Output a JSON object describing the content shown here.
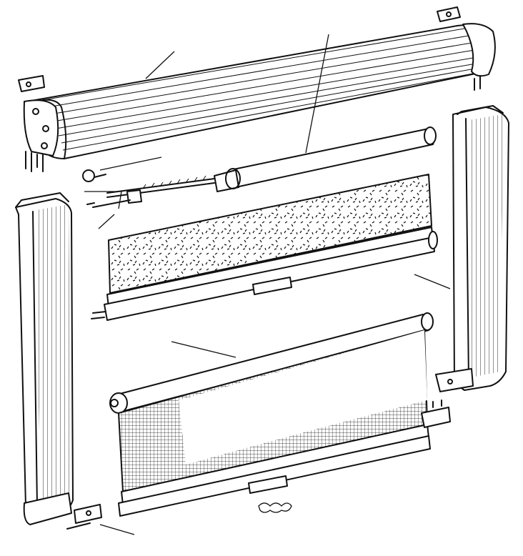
{
  "figure": {
    "subject": "exploded-assembly-drawing",
    "labels": [],
    "colors": {
      "ink": "#111111",
      "paper": "#ffffff"
    }
  },
  "parts": [
    {
      "id": "top-cassette"
    },
    {
      "id": "end-cap-left"
    },
    {
      "id": "end-cap-right"
    },
    {
      "id": "spring-roller"
    },
    {
      "id": "spring-tension-rod"
    },
    {
      "id": "adjust-knob"
    },
    {
      "id": "blackout-blind"
    },
    {
      "id": "insect-screen-roller"
    },
    {
      "id": "insect-screen"
    },
    {
      "id": "side-rail-left"
    },
    {
      "id": "side-rail-right"
    },
    {
      "id": "corner-bracket-bottom"
    },
    {
      "id": "corner-bracket-right"
    },
    {
      "id": "pull-spring"
    }
  ]
}
